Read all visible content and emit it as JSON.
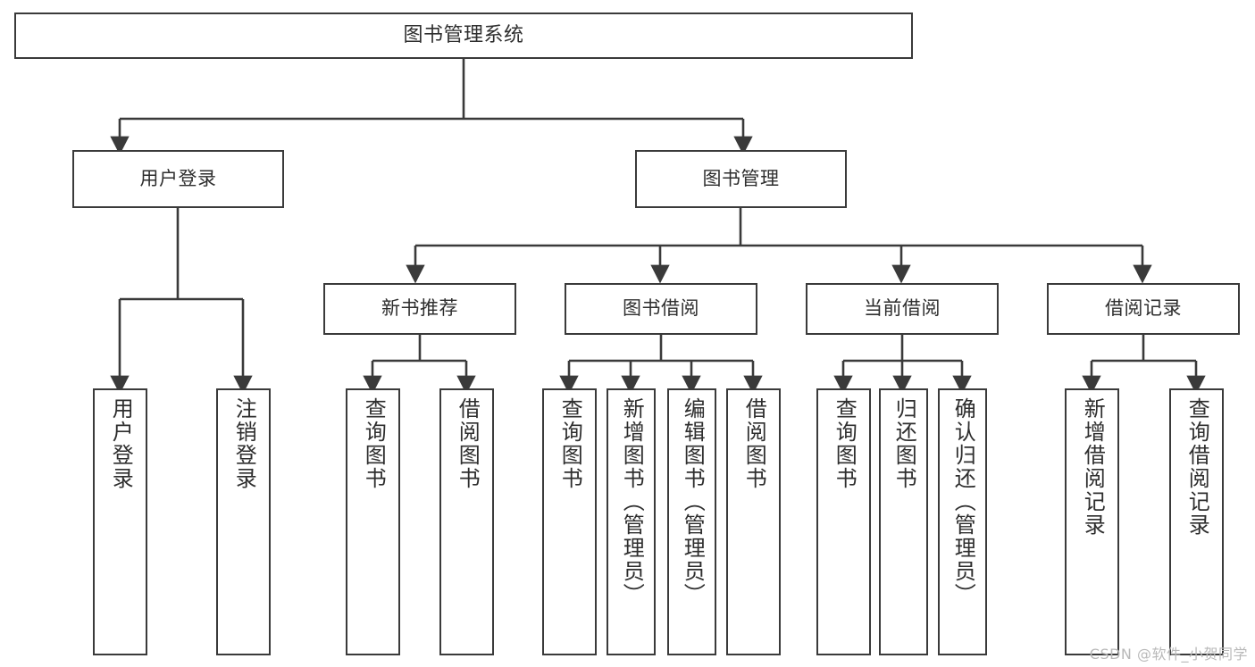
{
  "diagram": {
    "type": "tree",
    "title": "图书管理系统",
    "root": {
      "label": "图书管理系统"
    },
    "level2": [
      {
        "label": "用户登录"
      },
      {
        "label": "图书管理"
      }
    ],
    "level3": [
      {
        "label": "新书推荐"
      },
      {
        "label": "图书借阅"
      },
      {
        "label": "当前借阅"
      },
      {
        "label": "借阅记录"
      }
    ],
    "leaves": {
      "user_login": [
        {
          "label": "用户登录"
        },
        {
          "label": "注销登录"
        }
      ],
      "new_book_recommend": [
        {
          "label": "查询图书"
        },
        {
          "label": "借阅图书"
        }
      ],
      "book_borrow": [
        {
          "label": "查询图书"
        },
        {
          "label": "新增图书（管理员）"
        },
        {
          "label": "编辑图书（管理员）"
        },
        {
          "label": "借阅图书"
        }
      ],
      "current_borrow": [
        {
          "label": "查询图书"
        },
        {
          "label": "归还图书"
        },
        {
          "label": "确认归还（管理员）"
        }
      ],
      "borrow_record": [
        {
          "label": "新增借阅记录"
        },
        {
          "label": "查询借阅记录"
        }
      ]
    }
  },
  "watermark": {
    "text": "CSDN @软件_小贺同学"
  },
  "colors": {
    "stroke": "#3a3a3a",
    "text": "#2e2e2e",
    "background": "#ffffff",
    "watermark": "#b9b9b9"
  }
}
